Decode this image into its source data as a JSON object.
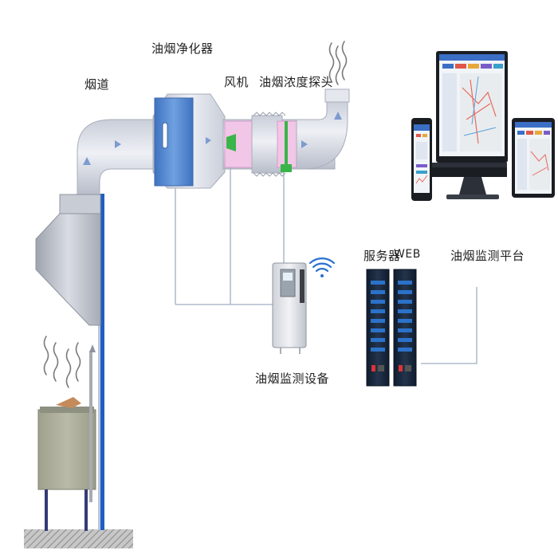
{
  "labels": {
    "flue": "烟道",
    "purifier": "油烟净化器",
    "fan": "风机",
    "probe": "油烟浓度探头",
    "monitor_device": "油烟监测设备",
    "server": "服务器",
    "web": "WEB",
    "platform": "油烟监测平台"
  },
  "icons": {
    "wifi": "wifi-icon",
    "steam": "steam-icon"
  },
  "colors": {
    "duct": "#d4d8e2",
    "purifier_core": "#5b8fd6",
    "fan_band": "#f2c6e6",
    "probe_green": "#39b54a",
    "pipe_blue": "#1f5fbf",
    "cable": "#aab8cc",
    "stove": "#a9ab98",
    "server_led": "#2b72c9",
    "wifi": "#2a6fd1"
  }
}
